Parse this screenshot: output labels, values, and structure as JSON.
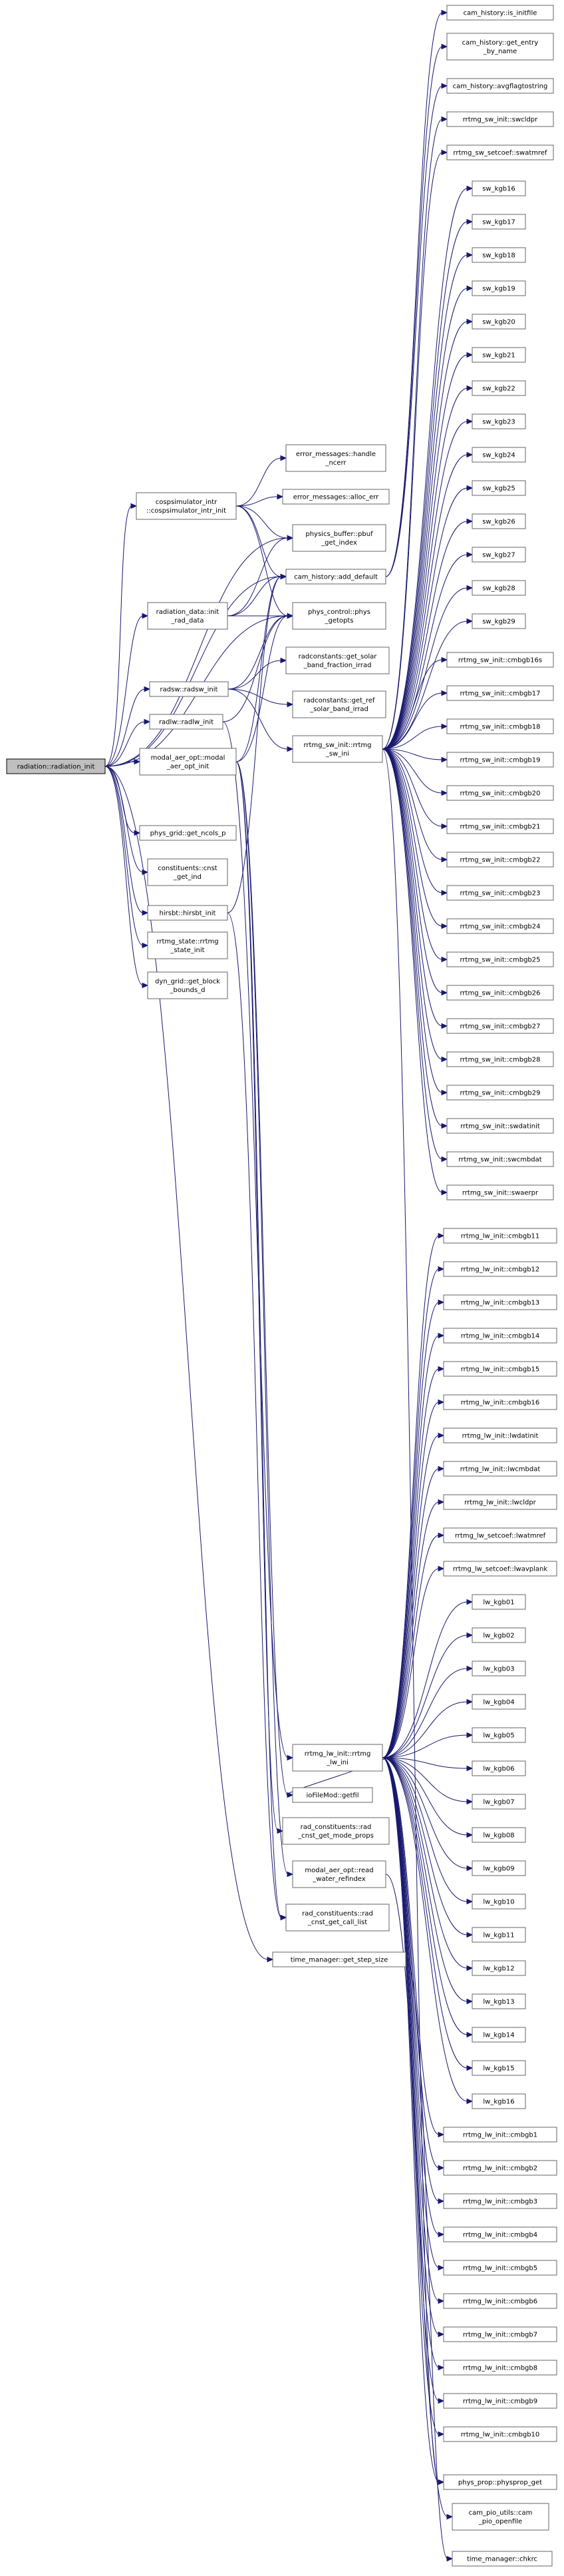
{
  "root": "radiation::radiation_init",
  "nodes": {
    "radiation_init": "radiation::radiation_init",
    "cospsim_init": "cospsimulator_intr\n::cospsimulator_intr_init",
    "rad_data_init": "radiation_data::init\n_rad_data",
    "radsw_init": "radsw::radsw_init",
    "radlw_init": "radlw::radlw_init",
    "modal_aer_opt_init": "modal_aer_opt::modal\n_aer_opt_init",
    "get_ncols_p": "phys_grid::get_ncols_p",
    "cnst_get_ind": "constituents::cnst\n_get_ind",
    "hirsbt_init": "hirsbt::hirsbt_init",
    "rrtmg_state_init": "rrtmg_state::rrtmg\n_state_init",
    "get_block_bounds_d": "dyn_grid::get_block\n_bounds_d",
    "handle_ncerr": "error_messages::handle\n_ncerr",
    "alloc_err": "error_messages::alloc_err",
    "pbuf_get_index": "physics_buffer::pbuf\n_get_index",
    "add_default": "cam_history::add_default",
    "phys_getopts": "phys_control::phys\n_getopts",
    "get_solar_band_fraction_irrad": "radconstants::get_solar\n_band_fraction_irrad",
    "get_ref_solar_band_irrad": "radconstants::get_ref\n_solar_band_irrad",
    "rrtmg_sw_ini": "rrtmg_sw_init::rrtmg\n_sw_ini",
    "rrtmg_lw_ini": "rrtmg_lw_init::rrtmg\n_lw_ini",
    "getfil": "ioFileMod::getfil",
    "rad_cnst_get_mode_props": "rad_constituents::rad\n_cnst_get_mode_props",
    "read_water_refindex": "modal_aer_opt::read\n_water_refindex",
    "rad_cnst_get_call_list": "rad_constituents::rad\n_cnst_get_call_list",
    "get_step_size": "time_manager::get_step_size",
    "is_initfile": "cam_history::is_initfile",
    "get_entry_by_name": "cam_history::get_entry\n_by_name",
    "avgflag2str": "cam_history::avgflagtostring",
    "swcldpr": "rrtmg_sw_init::swcldpr",
    "swatmref": "rrtmg_sw_setcoef::swatmref",
    "sw_kgb16": "sw_kgb16",
    "sw_kgb17": "sw_kgb17",
    "sw_kgb18": "sw_kgb18",
    "sw_kgb19": "sw_kgb19",
    "sw_kgb20": "sw_kgb20",
    "sw_kgb21": "sw_kgb21",
    "sw_kgb22": "sw_kgb22",
    "sw_kgb23": "sw_kgb23",
    "sw_kgb24": "sw_kgb24",
    "sw_kgb25": "sw_kgb25",
    "sw_kgb26": "sw_kgb26",
    "sw_kgb27": "sw_kgb27",
    "sw_kgb28": "sw_kgb28",
    "sw_kgb29": "sw_kgb29",
    "sw_cmbgb16s": "rrtmg_sw_init::cmbgb16s",
    "sw_cmbgb17": "rrtmg_sw_init::cmbgb17",
    "sw_cmbgb18": "rrtmg_sw_init::cmbgb18",
    "sw_cmbgb19": "rrtmg_sw_init::cmbgb19",
    "sw_cmbgb20": "rrtmg_sw_init::cmbgb20",
    "sw_cmbgb21": "rrtmg_sw_init::cmbgb21",
    "sw_cmbgb22": "rrtmg_sw_init::cmbgb22",
    "sw_cmbgb23": "rrtmg_sw_init::cmbgb23",
    "sw_cmbgb24": "rrtmg_sw_init::cmbgb24",
    "sw_cmbgb25": "rrtmg_sw_init::cmbgb25",
    "sw_cmbgb26": "rrtmg_sw_init::cmbgb26",
    "sw_cmbgb27": "rrtmg_sw_init::cmbgb27",
    "sw_cmbgb28": "rrtmg_sw_init::cmbgb28",
    "sw_cmbgb29": "rrtmg_sw_init::cmbgb29",
    "swdatinit": "rrtmg_sw_init::swdatinit",
    "swcmbdat": "rrtmg_sw_init::swcmbdat",
    "swaerpr": "rrtmg_sw_init::swaerpr",
    "lw_cmbgb11": "rrtmg_lw_init::cmbgb11",
    "lw_cmbgb12": "rrtmg_lw_init::cmbgb12",
    "lw_cmbgb13": "rrtmg_lw_init::cmbgb13",
    "lw_cmbgb14": "rrtmg_lw_init::cmbgb14",
    "lw_cmbgb15": "rrtmg_lw_init::cmbgb15",
    "lw_cmbgb16": "rrtmg_lw_init::cmbgb16",
    "lwdatinit": "rrtmg_lw_init::lwdatinit",
    "lwcmbdat": "rrtmg_lw_init::lwcmbdat",
    "lwcldpr": "rrtmg_lw_init::lwcldpr",
    "lwatmref": "rrtmg_lw_setcoef::lwatmref",
    "lwavplank": "rrtmg_lw_setcoef::lwavplank",
    "lw_kgb01": "lw_kgb01",
    "lw_kgb02": "lw_kgb02",
    "lw_kgb03": "lw_kgb03",
    "lw_kgb04": "lw_kgb04",
    "lw_kgb05": "lw_kgb05",
    "lw_kgb06": "lw_kgb06",
    "lw_kgb07": "lw_kgb07",
    "lw_kgb08": "lw_kgb08",
    "lw_kgb09": "lw_kgb09",
    "lw_kgb10": "lw_kgb10",
    "lw_kgb11": "lw_kgb11",
    "lw_kgb12": "lw_kgb12",
    "lw_kgb13": "lw_kgb13",
    "lw_kgb14": "lw_kgb14",
    "lw_kgb15": "lw_kgb15",
    "lw_kgb16": "lw_kgb16",
    "lw_cmbgb1": "rrtmg_lw_init::cmbgb1",
    "lw_cmbgb2": "rrtmg_lw_init::cmbgb2",
    "lw_cmbgb3": "rrtmg_lw_init::cmbgb3",
    "lw_cmbgb4": "rrtmg_lw_init::cmbgb4",
    "lw_cmbgb5": "rrtmg_lw_init::cmbgb5",
    "lw_cmbgb6": "rrtmg_lw_init::cmbgb6",
    "lw_cmbgb7": "rrtmg_lw_init::cmbgb7",
    "lw_cmbgb8": "rrtmg_lw_init::cmbgb8",
    "lw_cmbgb9": "rrtmg_lw_init::cmbgb9",
    "lw_cmbgb10": "rrtmg_lw_init::cmbgb10",
    "physprop_get": "phys_prop::physprop_get",
    "cam_pio_openfile": "cam_pio_utils::cam\n_pio_openfile",
    "chkrc": "time_manager::chkrc"
  },
  "edges": [
    [
      "radiation_init",
      "cospsim_init"
    ],
    [
      "radiation_init",
      "rad_data_init"
    ],
    [
      "radiation_init",
      "radsw_init"
    ],
    [
      "radiation_init",
      "radlw_init"
    ],
    [
      "radiation_init",
      "modal_aer_opt_init"
    ],
    [
      "radiation_init",
      "get_ncols_p"
    ],
    [
      "radiation_init",
      "cnst_get_ind"
    ],
    [
      "radiation_init",
      "hirsbt_init"
    ],
    [
      "radiation_init",
      "rrtmg_state_init"
    ],
    [
      "radiation_init",
      "get_block_bounds_d"
    ],
    [
      "radiation_init",
      "pbuf_get_index"
    ],
    [
      "radiation_init",
      "add_default"
    ],
    [
      "radiation_init",
      "phys_getopts"
    ],
    [
      "radiation_init",
      "get_step_size"
    ],
    [
      "cospsim_init",
      "handle_ncerr"
    ],
    [
      "cospsim_init",
      "alloc_err"
    ],
    [
      "cospsim_init",
      "pbuf_get_index"
    ],
    [
      "cospsim_init",
      "add_default"
    ],
    [
      "cospsim_init",
      "phys_getopts"
    ],
    [
      "rad_data_init",
      "pbuf_get_index"
    ],
    [
      "rad_data_init",
      "add_default"
    ],
    [
      "rad_data_init",
      "phys_getopts"
    ],
    [
      "radsw_init",
      "get_solar_band_fraction_irrad"
    ],
    [
      "radsw_init",
      "get_ref_solar_band_irrad"
    ],
    [
      "radsw_init",
      "rrtmg_sw_ini"
    ],
    [
      "radsw_init",
      "phys_getopts"
    ],
    [
      "radlw_init",
      "rrtmg_lw_ini"
    ],
    [
      "radlw_init",
      "phys_getopts"
    ],
    [
      "modal_aer_opt_init",
      "getfil"
    ],
    [
      "modal_aer_opt_init",
      "rad_cnst_get_mode_props"
    ],
    [
      "modal_aer_opt_init",
      "read_water_refindex"
    ],
    [
      "modal_aer_opt_init",
      "rad_cnst_get_call_list"
    ],
    [
      "modal_aer_opt_init",
      "add_default"
    ],
    [
      "modal_aer_opt_init",
      "phys_getopts"
    ],
    [
      "hirsbt_init",
      "rad_cnst_get_call_list"
    ],
    [
      "hirsbt_init",
      "add_default"
    ],
    [
      "add_default",
      "is_initfile"
    ],
    [
      "add_default",
      "get_entry_by_name"
    ],
    [
      "add_default",
      "avg2str_placeholder"
    ],
    [
      "rrtmg_sw_ini",
      "swcldpr"
    ],
    [
      "rrtmg_sw_ini",
      "swatmref"
    ],
    [
      "rrtmg_sw_ini",
      "sw_kgb16"
    ],
    [
      "rrtmg_sw_ini",
      "sw_kgb17"
    ],
    [
      "rrtmg_sw_ini",
      "sw_kgb18"
    ],
    [
      "rrtmg_sw_ini",
      "sw_kgb19"
    ],
    [
      "rrtmg_sw_ini",
      "sw_kgb20"
    ],
    [
      "rrtmg_sw_ini",
      "sw_kgb21"
    ],
    [
      "rrtmg_sw_ini",
      "sw_kgb22"
    ],
    [
      "rrtmg_sw_ini",
      "sw_kgb23"
    ],
    [
      "rrtmg_sw_ini",
      "sw_kgb24"
    ],
    [
      "rrtmg_sw_ini",
      "sw_kgb25"
    ],
    [
      "rrtmg_sw_ini",
      "sw_kgb26"
    ],
    [
      "rrtmg_sw_ini",
      "sw_kgb27"
    ],
    [
      "rrtmg_sw_ini",
      "sw_kgb28"
    ],
    [
      "rrtmg_sw_ini",
      "sw_kgb29"
    ],
    [
      "rrtmg_sw_ini",
      "sw_cmbgb16s"
    ],
    [
      "rrtmg_sw_ini",
      "sw_cmbgb17"
    ],
    [
      "rrtmg_sw_ini",
      "sw_cmbgb18"
    ],
    [
      "rrtmg_sw_ini",
      "sw_cmbgb19"
    ],
    [
      "rrtmg_sw_ini",
      "sw_cmbgb20"
    ],
    [
      "rrtmg_sw_ini",
      "sw_cmbgb21"
    ],
    [
      "rrtmg_sw_ini",
      "sw_cmbgb22"
    ],
    [
      "rrtmg_sw_ini",
      "sw_cmbgb23"
    ],
    [
      "rrtmg_sw_ini",
      "sw_cmbgb24"
    ],
    [
      "rrtmg_sw_ini",
      "sw_cmbgb25"
    ],
    [
      "rrtmg_sw_ini",
      "sw_cmbgb26"
    ],
    [
      "rrtmg_sw_ini",
      "sw_cmbgb27"
    ],
    [
      "rrtmg_sw_ini",
      "sw_cmbgb28"
    ],
    [
      "rrtmg_sw_ini",
      "sw_cmbgb29"
    ],
    [
      "rrtmg_sw_ini",
      "swdatinit"
    ],
    [
      "rrtmg_sw_ini",
      "swcmbdat"
    ],
    [
      "rrtmg_sw_ini",
      "swaerpr"
    ],
    [
      "rrtmg_sw_ini",
      "physprop_get"
    ],
    [
      "rrtmg_lw_ini",
      "lw_cmbgb11"
    ],
    [
      "rrtmg_lw_ini",
      "lw_cmbgb12"
    ],
    [
      "rrtmg_lw_ini",
      "lw_cmbgb13"
    ],
    [
      "rrtmg_lw_ini",
      "lw_cmbgb14"
    ],
    [
      "rrtmg_lw_ini",
      "lw_cmbgb15"
    ],
    [
      "rrtmg_lw_ini",
      "lw_cmbgb16"
    ],
    [
      "rrtmg_lw_ini",
      "lwdatinit"
    ],
    [
      "rrtmg_lw_ini",
      "lwcmbdat"
    ],
    [
      "rrtmg_lw_ini",
      "lwcldpr"
    ],
    [
      "rrtmg_lw_ini",
      "lwatmref"
    ],
    [
      "rrtmg_lw_ini",
      "lwavplank"
    ],
    [
      "rrtmg_lw_ini",
      "lw_kgb01"
    ],
    [
      "rrtmg_lw_ini",
      "lw_kgb02"
    ],
    [
      "rrtmg_lw_ini",
      "lw_kgb03"
    ],
    [
      "rrtmg_lw_ini",
      "lw_kgb04"
    ],
    [
      "rrtmg_lw_ini",
      "lw_kgb05"
    ],
    [
      "rrtmg_lw_ini",
      "lw_kgb06"
    ],
    [
      "rrtmg_lw_ini",
      "lw_kgb07"
    ],
    [
      "rrtmg_lw_ini",
      "lw_kgb08"
    ],
    [
      "rrtmg_lw_ini",
      "lw_kgb09"
    ],
    [
      "rrtmg_lw_ini",
      "lw_kgb10"
    ],
    [
      "rrtmg_lw_ini",
      "lw_kgb11"
    ],
    [
      "rrtmg_lw_ini",
      "lw_kgb12"
    ],
    [
      "rrtmg_lw_ini",
      "lw_kgb13"
    ],
    [
      "rrtmg_lw_ini",
      "lw_kgb14"
    ],
    [
      "rrtmg_lw_ini",
      "lw_kgb15"
    ],
    [
      "rrtmg_lw_ini",
      "lw_kgb16"
    ],
    [
      "rrtmg_lw_ini",
      "lw_cmbgb1"
    ],
    [
      "rrtmg_lw_ini",
      "lw_cmbgb2"
    ],
    [
      "rrtmg_lw_ini",
      "lw_cmbgb3"
    ],
    [
      "rrtmg_lw_ini",
      "lw_cmbgb4"
    ],
    [
      "rrtmg_lw_ini",
      "lw_cmbgb5"
    ],
    [
      "rrtmg_lw_ini",
      "lw_cmbgb6"
    ],
    [
      "rrtmg_lw_ini",
      "lw_cmbgb7"
    ],
    [
      "rrtmg_lw_ini",
      "lw_cmbgb8"
    ],
    [
      "rrtmg_lw_ini",
      "lw_cmbgb9"
    ],
    [
      "rrtmg_lw_ini",
      "lw_cmbgb10"
    ],
    [
      "rrtmg_lw_ini",
      "physprop_get"
    ],
    [
      "read_water_refindex",
      "cam_pio_openfile"
    ],
    [
      "get_step_size",
      "chkrc"
    ],
    [
      "rrtmg_lw_ini",
      "getfil"
    ]
  ],
  "colors": {
    "edge": "#191970",
    "node_border": "#666666",
    "root_fill": "#bfbfbf",
    "node_fill": "#ffffff"
  }
}
